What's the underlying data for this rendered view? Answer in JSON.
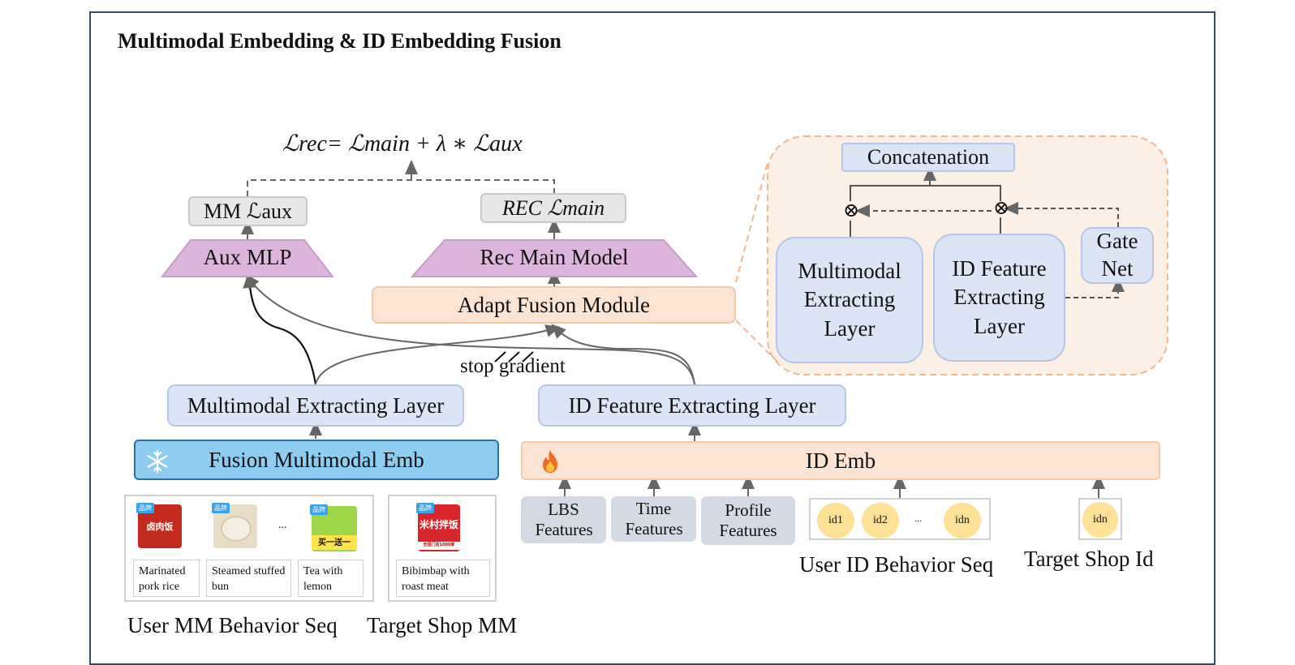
{
  "title": "Multimodal Embedding & ID Embedding Fusion",
  "loss_formula": "ℒrec= ℒmain + λ ∗ ℒaux",
  "top_left": {
    "mm_aux_loss": "MM ℒaux",
    "aux_mlp": "Aux MLP",
    "rec_main_loss": "REC ℒmain",
    "rec_main_model": "Rec Main Model",
    "adapt_fusion": "Adapt Fusion Module",
    "stop_gradient": "stop gradient",
    "mm_extracting": "Multimodal Extracting Layer",
    "id_extracting": "ID Feature Extracting Layer",
    "fusion_mm_emb": "Fusion Multimodal Emb",
    "id_emb": "ID Emb"
  },
  "inset": {
    "concatenation": "Concatenation",
    "mm_layer": "Multimodal Extracting Layer",
    "id_layer": "ID Feature Extracting Layer",
    "gate_net": "Gate Net",
    "multiply_symbol": "⊗"
  },
  "mm_behavior": {
    "items": [
      {
        "caption": "Marinated pork rice",
        "thumb_text": "卤肉饭",
        "badge": "品牌"
      },
      {
        "caption": "Steamed stuffed bun",
        "thumb_text": "",
        "badge": "品牌"
      },
      {
        "caption": "Tea with lemon",
        "thumb_text": "买一送一",
        "badge": "品牌"
      }
    ],
    "ellipsis": "...",
    "label": "User MM Behavior Seq"
  },
  "target_mm": {
    "caption": "Bibimbap with roast meat",
    "thumb_text": "米村拌饭",
    "thumb_sub": "全国门店1000家",
    "badge": "品牌",
    "label": "Target Shop MM"
  },
  "features": [
    {
      "label": "LBS Features"
    },
    {
      "label": "Time Features"
    },
    {
      "label": "Profile Features"
    }
  ],
  "id_behavior": {
    "ids": [
      "id1",
      "id2",
      "...",
      "idn"
    ],
    "label": "User ID Behavior  Seq"
  },
  "target_id": {
    "id": "idn",
    "label": "Target Shop Id"
  },
  "icons": {
    "freeze": "snowflake-icon",
    "trainable": "fire-icon"
  },
  "colors": {
    "blue_box": "#dce5f5",
    "fusion_box": "#8ecdef",
    "orange_box": "#fce4d4",
    "purple_trap": "#deb5dd",
    "inset_bg": "#fcefe6",
    "id_circle": "#fde196"
  }
}
